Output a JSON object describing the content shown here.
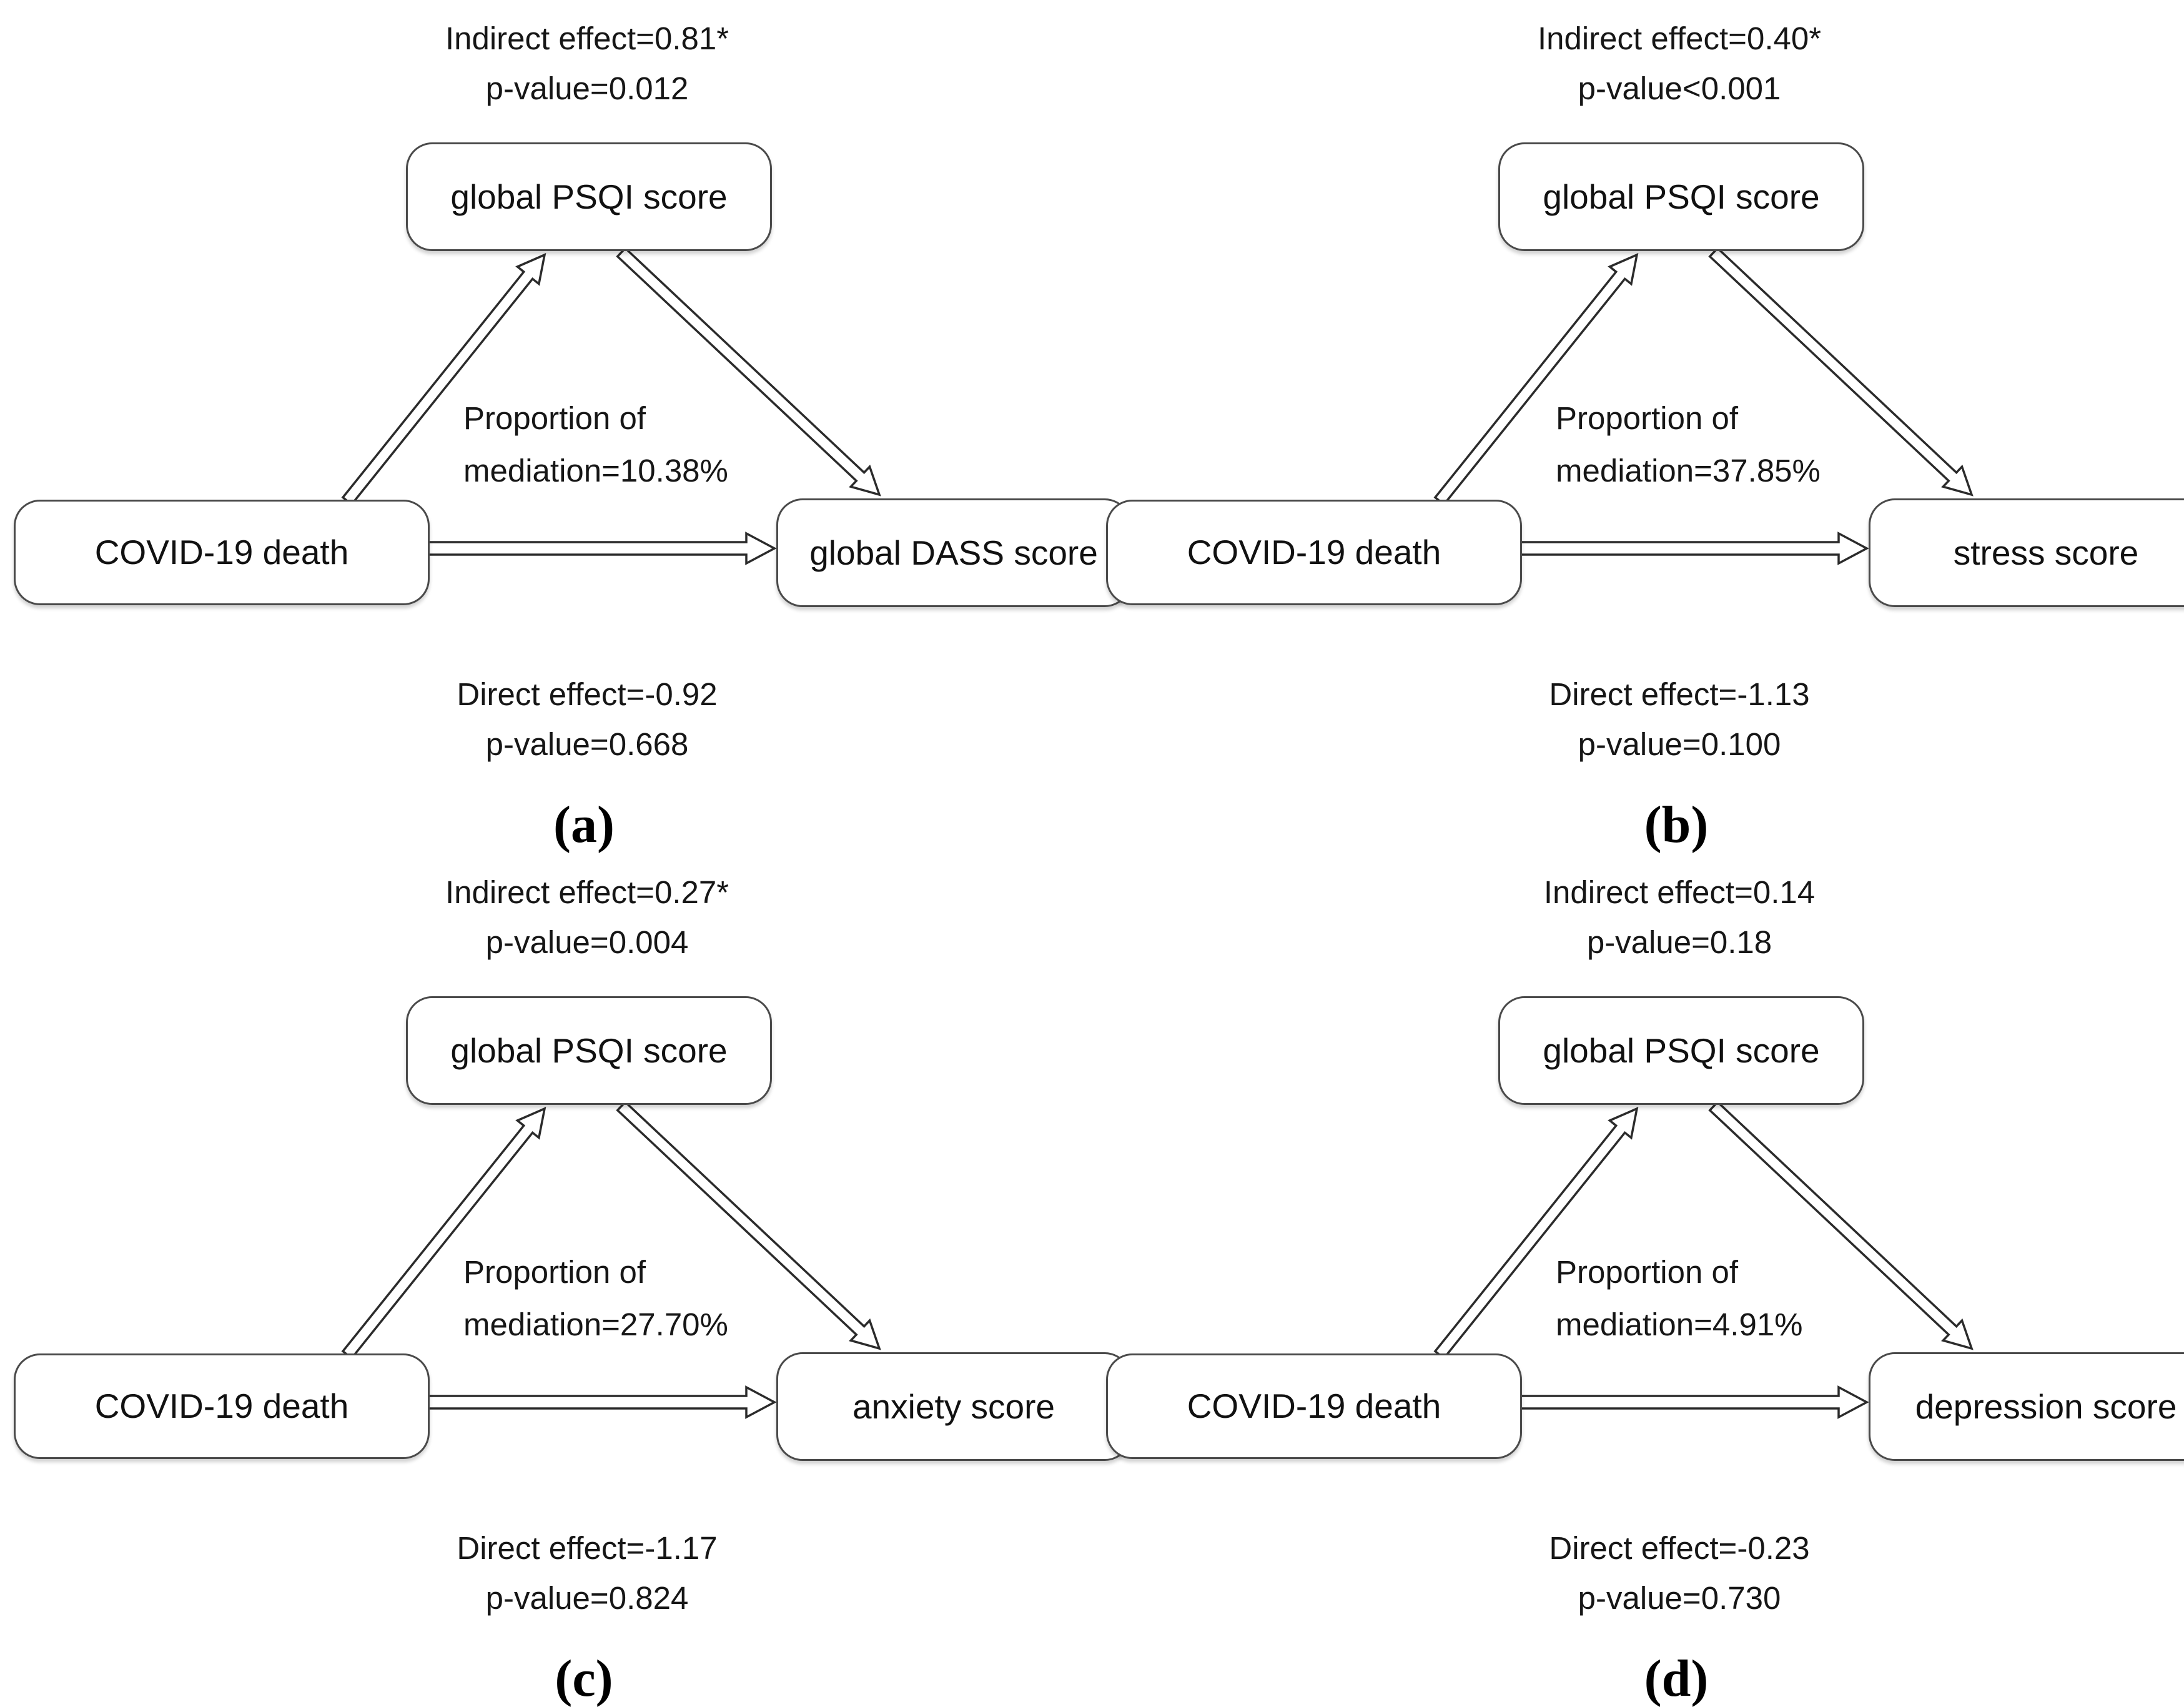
{
  "figure_type": "mediation-path-diagrams",
  "colors": {
    "background": "#ffffff",
    "box_border": "#4a4a4a",
    "arrow_line": "#2b2b2b",
    "text": "#161616"
  },
  "panels": [
    {
      "label": "(a)",
      "indirect_line1": "Indirect effect=0.81*",
      "indirect_line2": "p-value=0.012",
      "mediator": "global PSQI score",
      "predictor": "COVID-19 death",
      "outcome": "global DASS score",
      "mediation_line1": "Proportion of",
      "mediation_line2": "mediation=10.38%",
      "direct_line1": "Direct effect=-0.92",
      "direct_line2": "p-value=0.668"
    },
    {
      "label": "(b)",
      "indirect_line1": "Indirect effect=0.40*",
      "indirect_line2": "p-value<0.001",
      "mediator": "global PSQI score",
      "predictor": "COVID-19 death",
      "outcome": "stress score",
      "mediation_line1": "Proportion of",
      "mediation_line2": "mediation=37.85%",
      "direct_line1": "Direct effect=-1.13",
      "direct_line2": "p-value=0.100"
    },
    {
      "label": "(c)",
      "indirect_line1": "Indirect effect=0.27*",
      "indirect_line2": "p-value=0.004",
      "mediator": "global PSQI score",
      "predictor": "COVID-19 death",
      "outcome": "anxiety score",
      "mediation_line1": "Proportion of",
      "mediation_line2": "mediation=27.70%",
      "direct_line1": "Direct effect=-1.17",
      "direct_line2": "p-value=0.824"
    },
    {
      "label": "(d)",
      "indirect_line1": "Indirect effect=0.14",
      "indirect_line2": "p-value=0.18",
      "mediator": "global PSQI score",
      "predictor": "COVID-19 death",
      "outcome": "depression score",
      "mediation_line1": "Proportion of",
      "mediation_line2": "mediation=4.91%",
      "direct_line1": "Direct effect=-0.23",
      "direct_line2": "p-value=0.730"
    }
  ]
}
